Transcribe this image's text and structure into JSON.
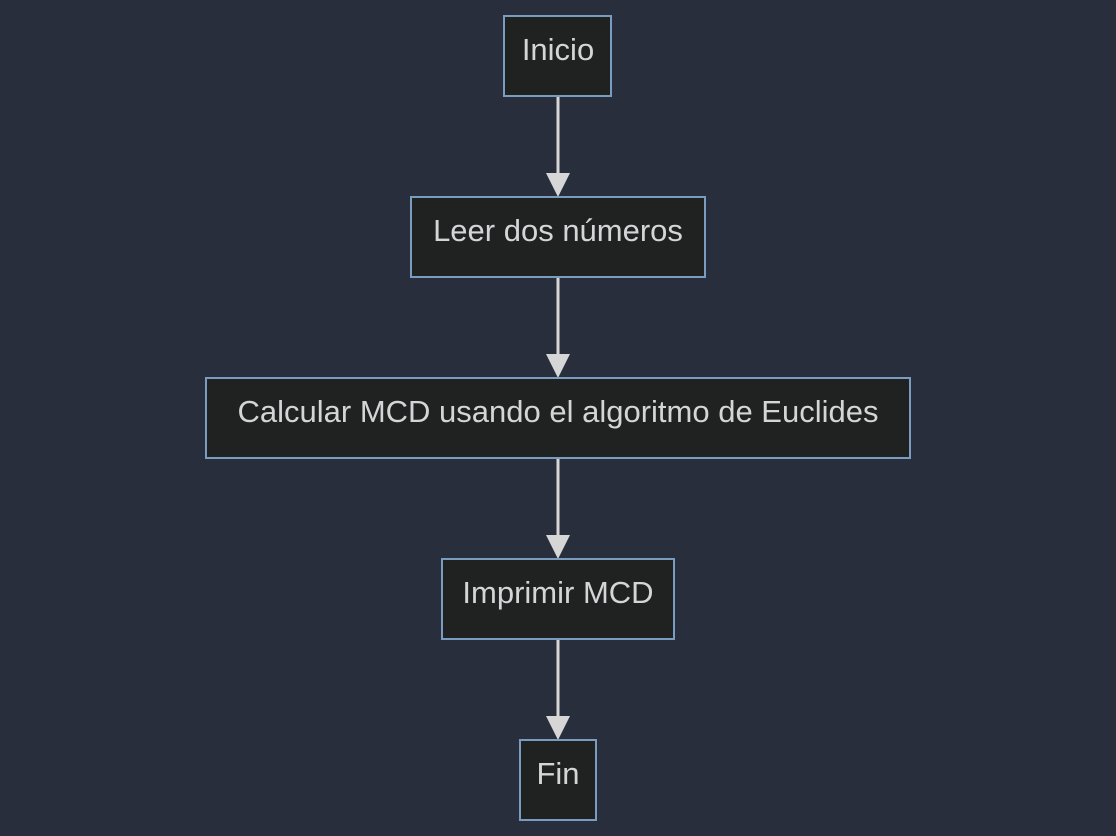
{
  "diagram": {
    "type": "flowchart",
    "direction": "top-to-bottom",
    "colors": {
      "background": "#282e3b",
      "node_fill": "#202121",
      "node_border": "#7a9cc0",
      "node_text": "#d4d5d6",
      "arrow": "#d6d6d6"
    },
    "nodes": [
      {
        "id": "inicio",
        "label": "Inicio"
      },
      {
        "id": "leer",
        "label": "Leer dos números"
      },
      {
        "id": "calcular",
        "label": "Calcular MCD usando el algoritmo de Euclides"
      },
      {
        "id": "imprimir",
        "label": "Imprimir MCD"
      },
      {
        "id": "fin",
        "label": "Fin"
      }
    ],
    "edges": [
      {
        "from": "inicio",
        "to": "leer"
      },
      {
        "from": "leer",
        "to": "calcular"
      },
      {
        "from": "calcular",
        "to": "imprimir"
      },
      {
        "from": "imprimir",
        "to": "fin"
      }
    ]
  }
}
